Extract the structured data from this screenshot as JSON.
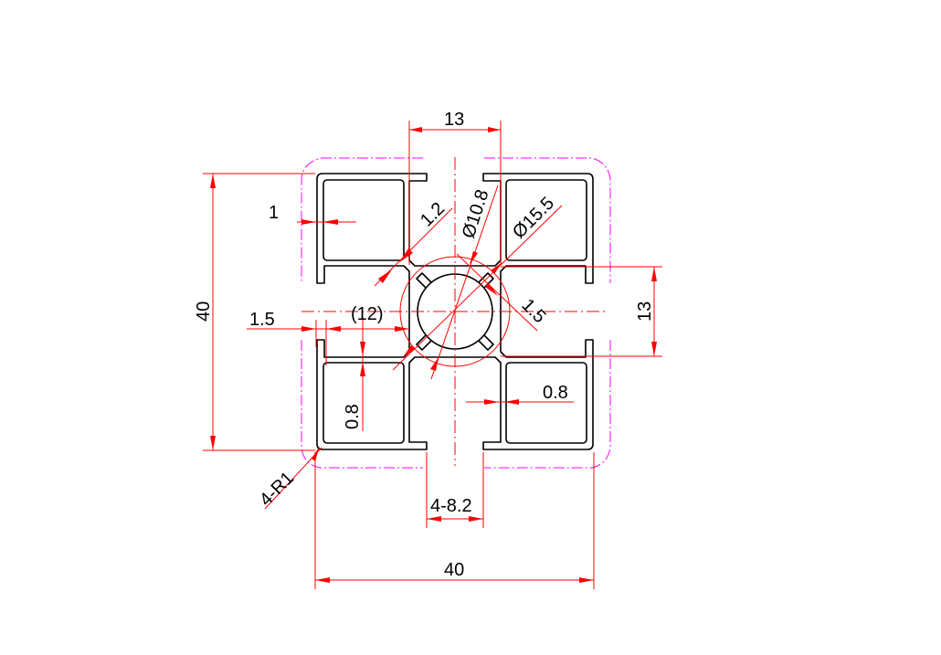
{
  "drawing": {
    "colors": {
      "dimension": "#ff0000",
      "profile": "#000000",
      "envelope": "#ff00ff"
    },
    "dimensions": {
      "slot_pitch_top": "13",
      "height": "40",
      "wall_left": "1",
      "web": "1.2",
      "bore": "Ø10.8",
      "core_circle": "Ø15.5",
      "lip_left": "1.5",
      "ref_12": "(12)",
      "diag_web": "1.5",
      "slot_pitch_right": "13",
      "wall_vertical": "0.8",
      "wall_horizontal": "0.8",
      "corner_radius": "4-R1",
      "slot_width": "4-8.2",
      "width": "40"
    }
  }
}
